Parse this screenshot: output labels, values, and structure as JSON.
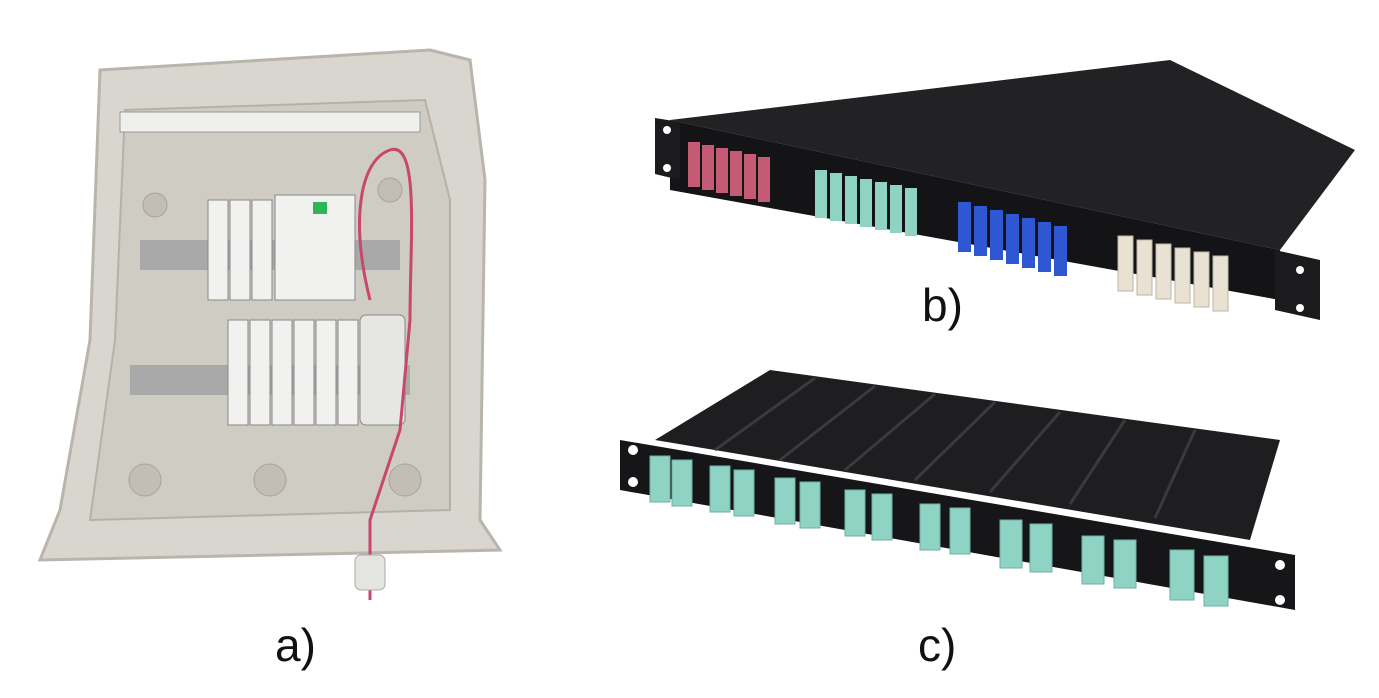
{
  "figure": {
    "captions": {
      "a": "a)",
      "b": "b)",
      "c": "c)"
    }
  },
  "colors": {
    "enclosure": "#d9d6cf",
    "enclosure_shadow": "#b9b5ac",
    "breaker": "#f1f1ef",
    "din_rail": "#a9a9a9",
    "cable": "#c8486c",
    "panel_black": "#1b1b1d",
    "adapter_rose": "#c45a74",
    "adapter_aqua": "#8fd3c4",
    "adapter_blue": "#2f57d2",
    "adapter_beige": "#e9e2d3"
  },
  "icons": [
    "enclosure-box",
    "circuit-breaker",
    "fiber-patch-panel",
    "lc-adapter"
  ]
}
